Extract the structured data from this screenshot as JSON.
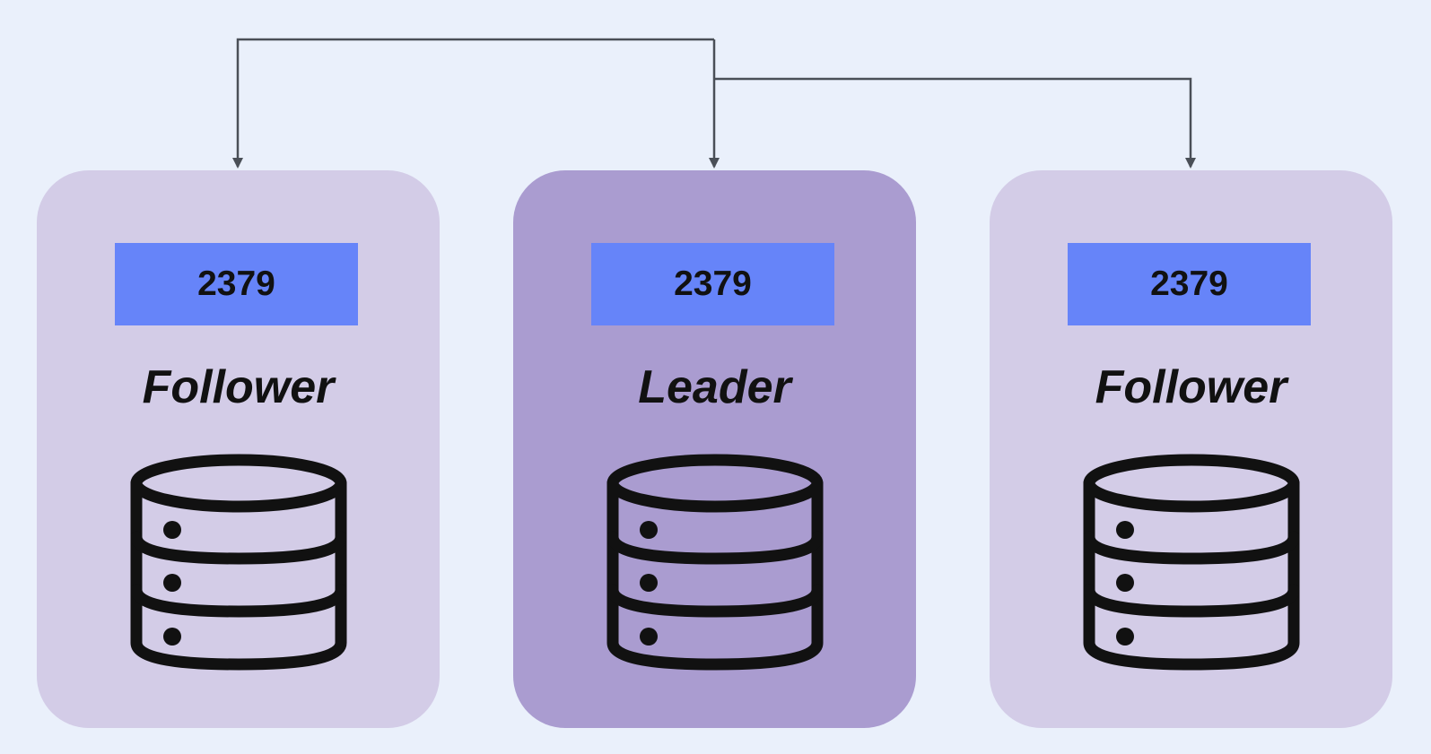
{
  "nodes": [
    {
      "port": "2379",
      "role": "Follower"
    },
    {
      "port": "2379",
      "role": "Leader"
    },
    {
      "port": "2379",
      "role": "Follower"
    }
  ],
  "colors": {
    "background": "#eaf0fb",
    "follower_fill": "#d3cce7",
    "leader_fill": "#aa9cd0",
    "port_badge": "#6684f9",
    "connector": "#4a4f57",
    "icon_stroke": "#111111"
  },
  "icons": {
    "node_icon": "database-icon"
  }
}
